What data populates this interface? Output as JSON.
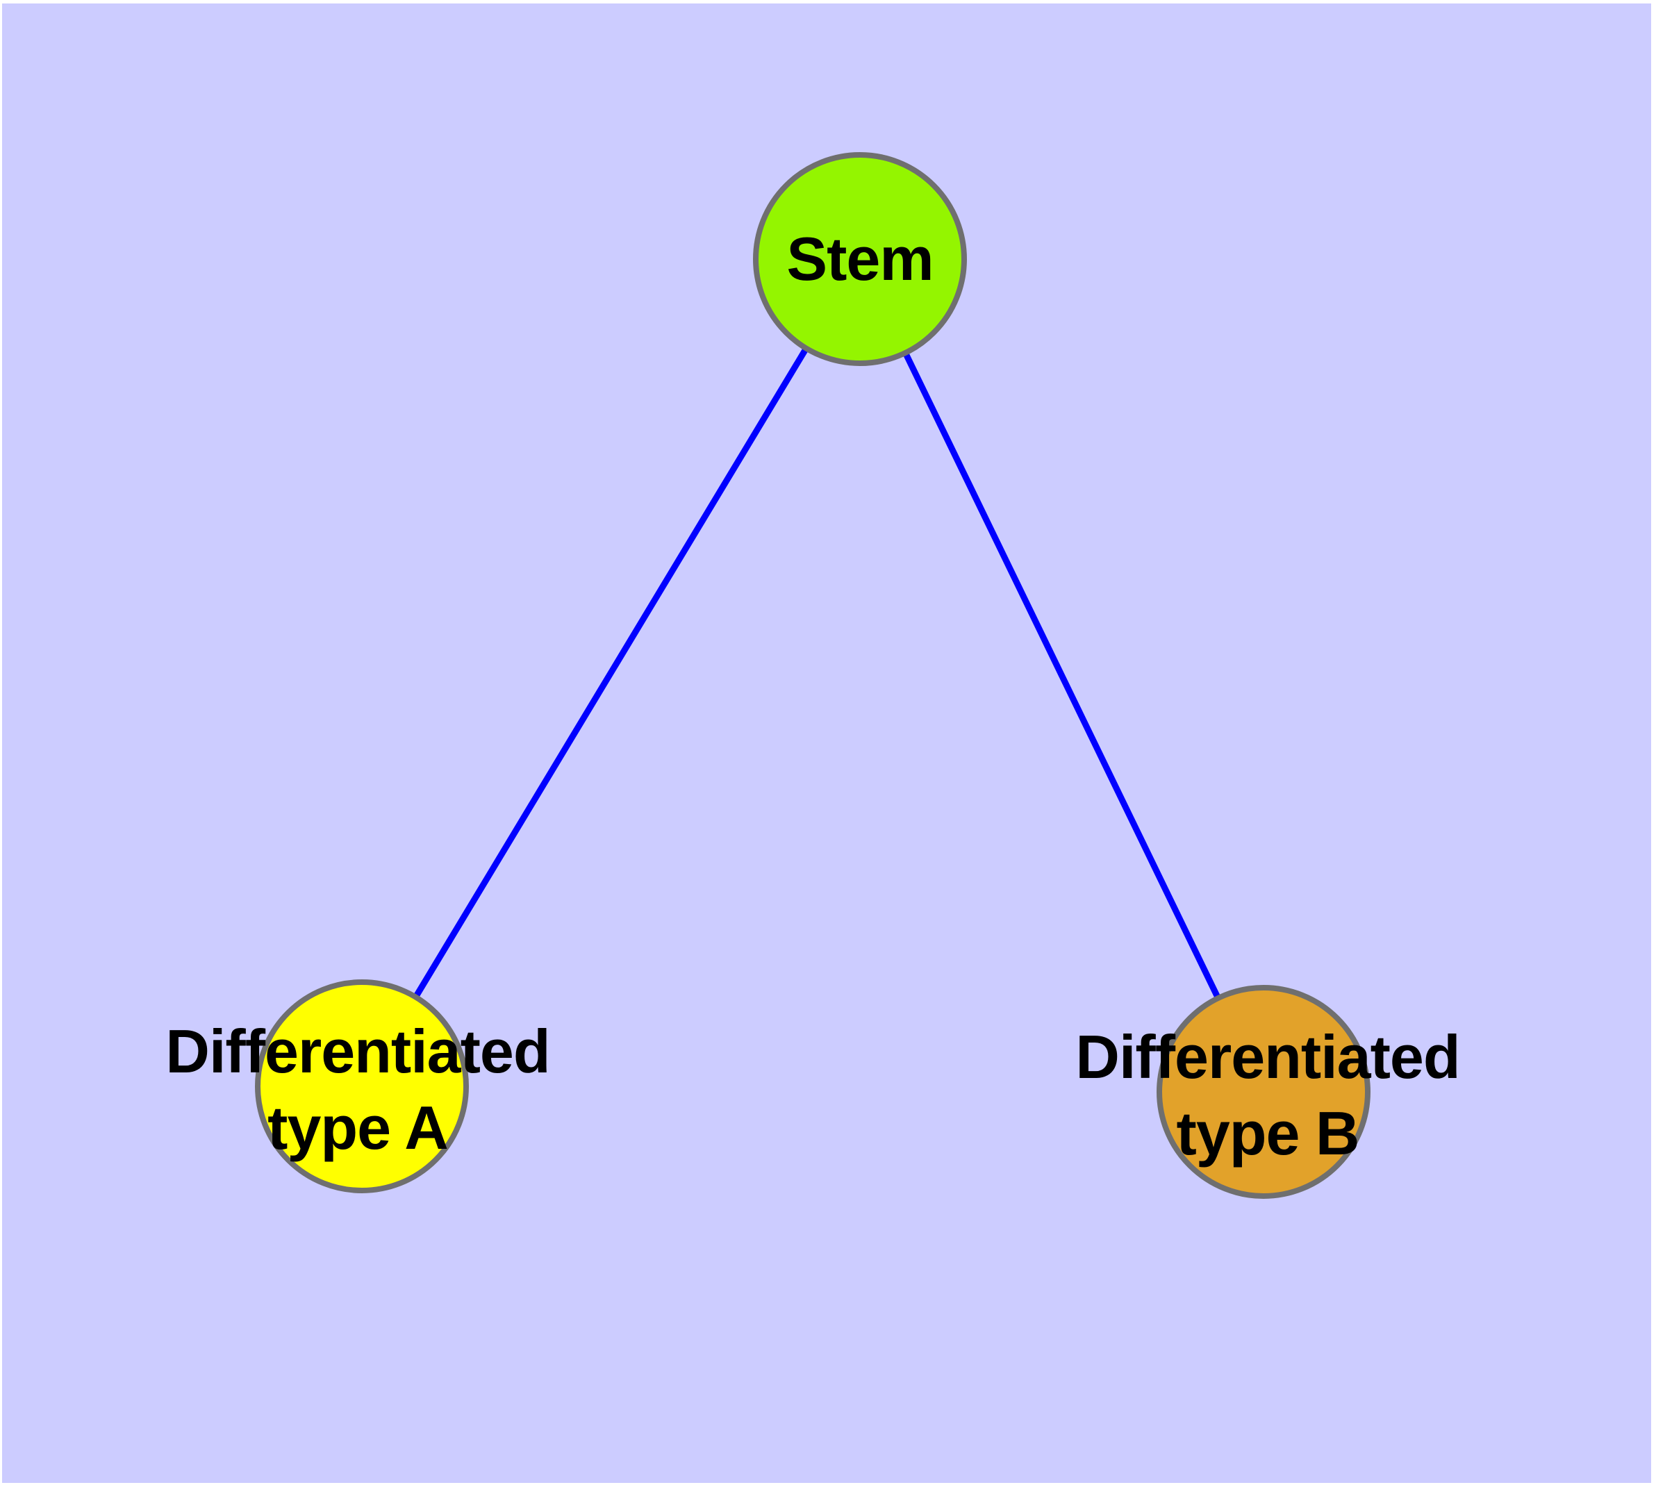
{
  "diagram": {
    "type": "graph",
    "background_color": "#CCCCFF",
    "page_margin_color": "#FFFFFF",
    "edge_color": "#0000FF",
    "node_border_color": "#6F6F6F",
    "text_color": "#000000",
    "nodes": {
      "stem": {
        "label": "Stem",
        "color": "#94F500"
      },
      "type_a": {
        "label_line1": "Differentiated",
        "label_line2": "type A",
        "label_full": "Differentiated type A",
        "color": "#FFFF00"
      },
      "type_b": {
        "label_line1": "Differentiated",
        "label_line2": "type B",
        "label_full": "Differentiated type B",
        "color": "#E2A22A"
      }
    },
    "edges": [
      {
        "from": "Stem",
        "to": "Differentiated type A"
      },
      {
        "from": "Stem",
        "to": "Differentiated type B"
      }
    ]
  }
}
